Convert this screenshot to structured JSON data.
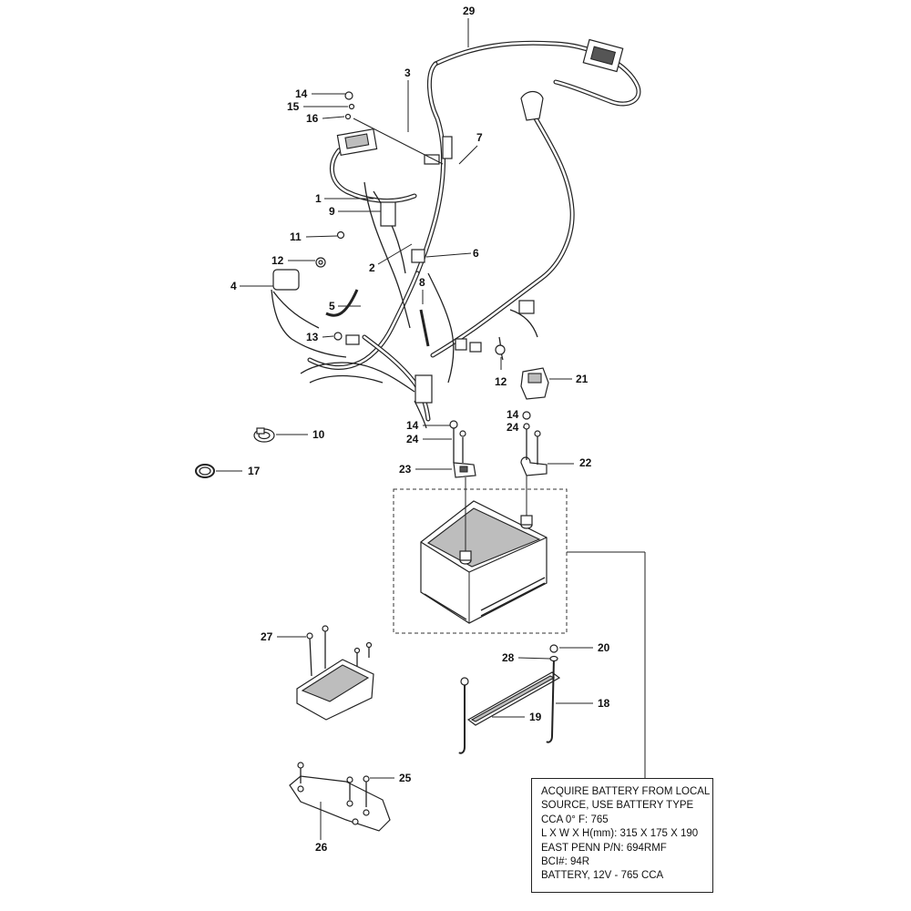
{
  "callouts": {
    "c1": "1",
    "c2": "2",
    "c3": "3",
    "c4": "4",
    "c5": "5",
    "c6": "6",
    "c7": "7",
    "c8": "8",
    "c9": "9",
    "c10": "10",
    "c11": "11",
    "c12a": "12",
    "c12b": "12",
    "c13": "13",
    "c14a": "14",
    "c14b": "14",
    "c14c": "14",
    "c15": "15",
    "c16": "16",
    "c17": "17",
    "c18": "18",
    "c19": "19",
    "c20": "20",
    "c21": "21",
    "c22": "22",
    "c23": "23",
    "c24a": "24",
    "c24b": "24",
    "c25": "25",
    "c26": "26",
    "c27": "27",
    "c28": "28",
    "c29": "29"
  },
  "battery_note": {
    "line1": "ACQUIRE BATTERY FROM LOCAL",
    "line2": "SOURCE, USE BATTERY TYPE",
    "line3": "CCA 0° F: 765",
    "line4": "L X W X H(mm): 315 X 175 X 190",
    "line5": "EAST PENN P/N: 694RMF",
    "line6": "BCI#: 94R",
    "line7": "BATTERY, 12V - 765 CCA"
  }
}
